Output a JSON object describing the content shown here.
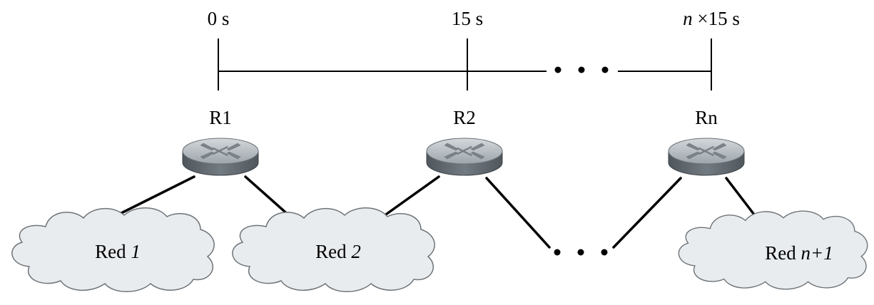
{
  "timeline": {
    "ticks": [
      {
        "label": "0 s"
      },
      {
        "label": "15 s"
      },
      {
        "label_italic": "n",
        "label_rest": " ×15 s"
      }
    ],
    "ellipsis": "• • •"
  },
  "routers": [
    {
      "label": "R1",
      "icon": "router-icon"
    },
    {
      "label": "R2",
      "icon": "router-icon"
    },
    {
      "label": "Rn",
      "icon": "router-icon"
    }
  ],
  "networks": [
    {
      "prefix": "Red ",
      "italic": "1"
    },
    {
      "prefix": "Red ",
      "italic": "2"
    },
    {
      "prefix": "Red ",
      "italic": "n+1"
    }
  ],
  "bottom_ellipsis": "• • •",
  "colors": {
    "router_top": "#b9bfc4",
    "router_side": "#5f666c",
    "cloud_fill": "#e9ecef",
    "cloud_stroke": "#6f7478",
    "line": "#000000"
  }
}
